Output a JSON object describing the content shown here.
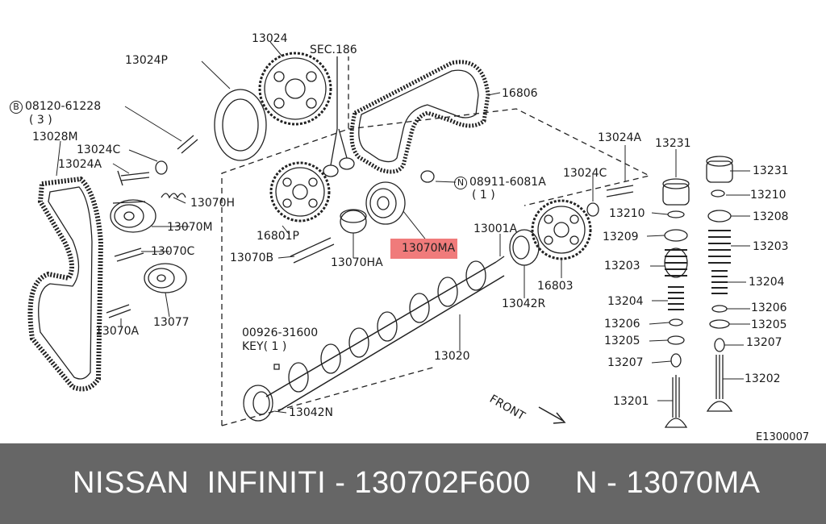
{
  "diagram": {
    "reference_code": "E1300007",
    "front_label": "FRONT",
    "highlighted_part": "13070MA",
    "labels": {
      "p13024": "13024",
      "p13024P": "13024P",
      "sec186": "SEC.186",
      "bolt08120": "08120-61228",
      "bolt08120_qty": "( 3 )",
      "p13028M": "13028M",
      "p13024C_a": "13024C",
      "p13024A_a": "13024A",
      "p13070H": "13070H",
      "p13070M": "13070M",
      "p13070C": "13070C",
      "p13077": "13077",
      "p13070A": "13070A",
      "p16801P": "16801P",
      "p13070B": "13070B",
      "p13070HA": "13070HA",
      "p13070MA": "13070MA",
      "p16806": "16806",
      "nut08911": "08911-6081A",
      "nut08911_qty": "( 1 )",
      "p13024C_b": "13024C",
      "p13024A_b": "13024A",
      "p13231_a": "13231",
      "p13231_b": "13231",
      "p13001A": "13001A",
      "p16803": "16803",
      "p13042R": "13042R",
      "p13020": "13020",
      "key00926": "00926-31600",
      "key_label": "KEY( 1 )",
      "p13042N": "13042N",
      "p13210_a": "13210",
      "p13209": "13209",
      "p13203_a": "13203",
      "p13204_a": "13204",
      "p13206_a": "13206",
      "p13205_a": "13205",
      "p13207_a": "13207",
      "p13201": "13201",
      "p13210_b": "13210",
      "p13208": "13208",
      "p13203_b": "13203",
      "p13204_b": "13204",
      "p13206_b": "13206",
      "p13205_b": "13205",
      "p13207_b": "13207",
      "p13202": "13202"
    }
  },
  "footer": {
    "text": "NISSAN  INFINITI - 130702F600     N - 13070MA",
    "background": "#666666",
    "text_color": "#ffffff"
  },
  "colors": {
    "line": "#222222",
    "highlight": "#f07b7b"
  }
}
